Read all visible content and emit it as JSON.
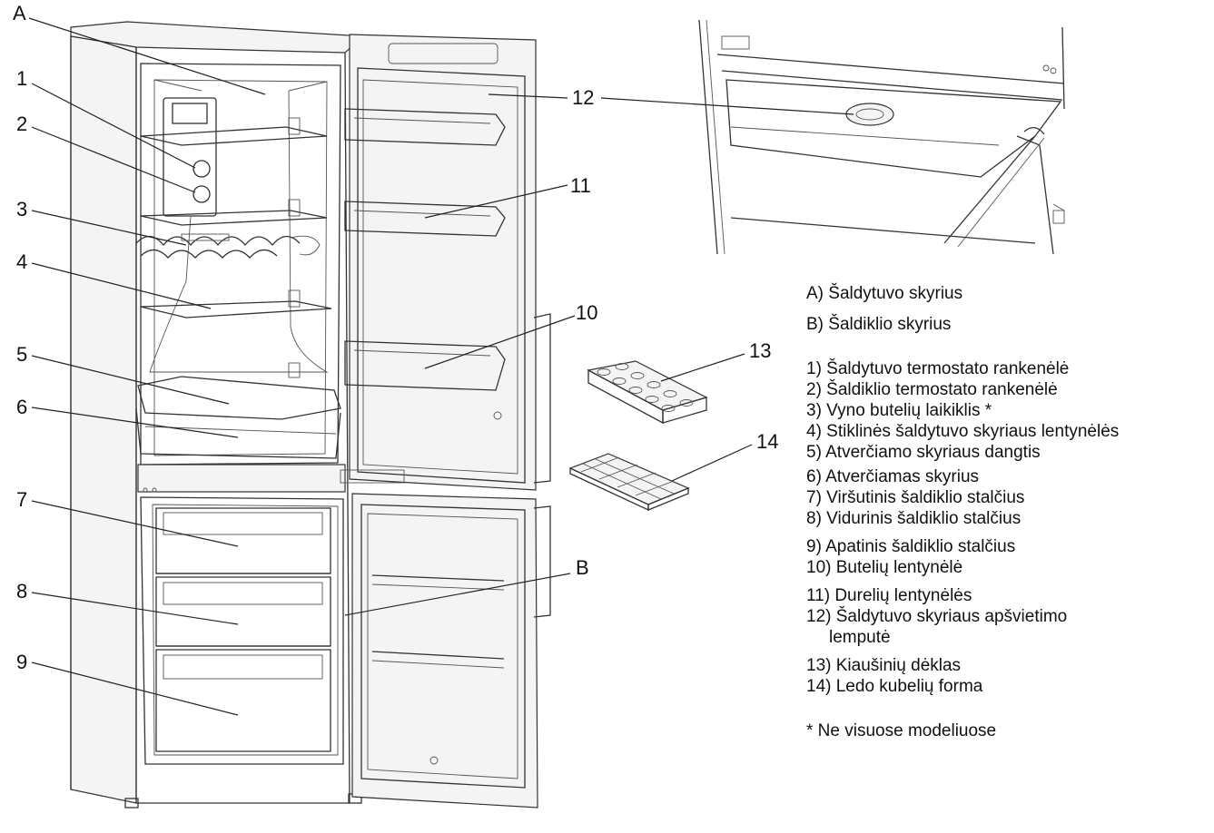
{
  "callouts": {
    "A": "A",
    "B": "B",
    "n1": "1",
    "n2": "2",
    "n3": "3",
    "n4": "4",
    "n5": "5",
    "n6": "6",
    "n7": "7",
    "n8": "8",
    "n9": "9",
    "n10": "10",
    "n11": "11",
    "n12": "12",
    "n13": "13",
    "n14": "14"
  },
  "legend": {
    "a": "A) Šaldytuvo skyrius",
    "b": "B) Šaldiklio skyrius",
    "items": [
      "1) Šaldytuvo termostato rankenėlė",
      "2) Šaldiklio termostato rankenėlė",
      "3) Vyno butelių laikiklis *",
      "4)  Stiklinės šaldytuvo skyriaus lentynėlės",
      "5) Atverčiamo skyriaus dangtis",
      "6) Atverčiamas skyrius",
      "7) Viršutinis šaldiklio stalčius",
      "8) Vidurinis šaldiklio stalčius",
      "9) Apatinis šaldiklio stalčius",
      "10) Butelių lentynėlė",
      "11) Durelių lentynėlės"
    ],
    "item12_line1": "12)  Šaldytuvo skyriaus apšvietimo",
    "item12_line2": "lemputė",
    "item13": "13) Kiaušinių dėklas",
    "item14": "14) Ledo kubelių forma",
    "footnote": "* Ne visuose modeliuose"
  }
}
